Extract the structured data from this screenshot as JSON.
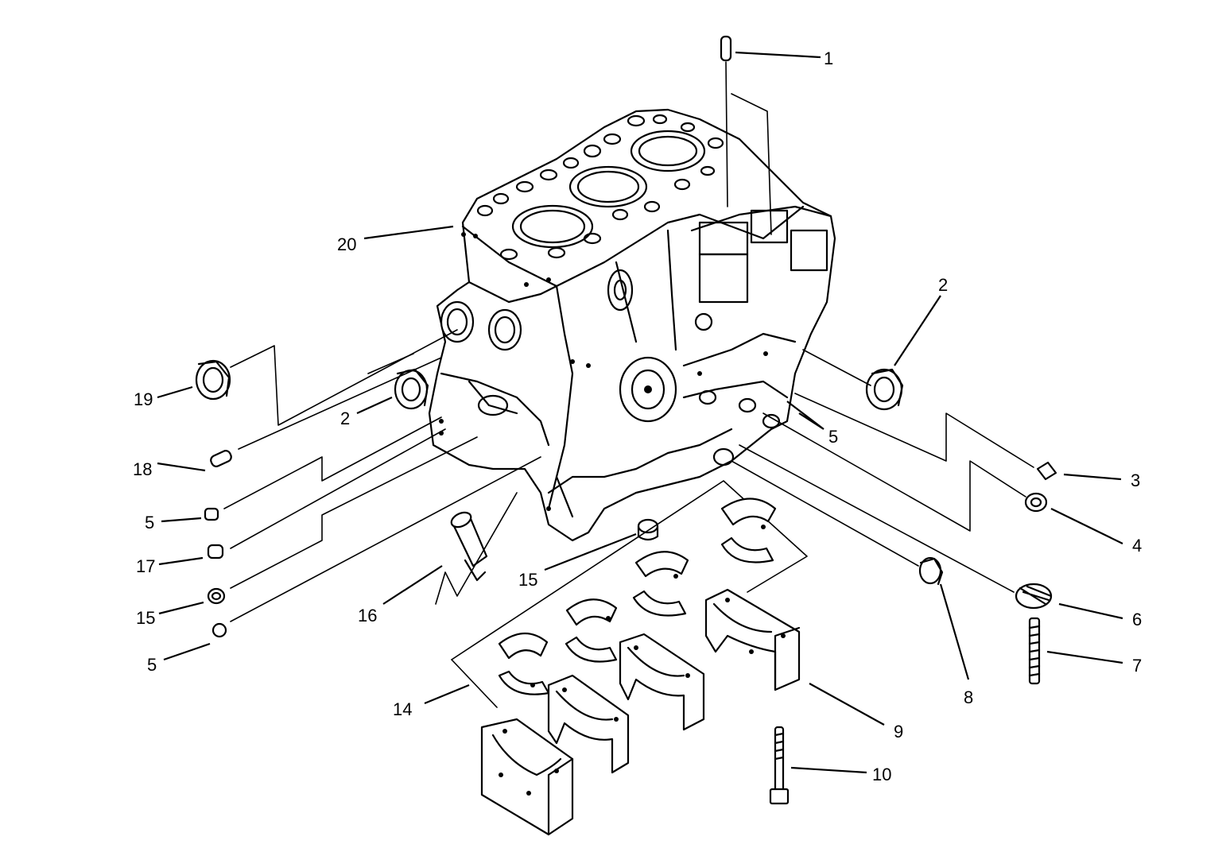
{
  "callouts": {
    "c1": "1",
    "c2_right": "2",
    "c2_left": "2",
    "c3": "3",
    "c4": "4",
    "c5_right": "5",
    "c5_left_top": "5",
    "c5_left_bottom": "5",
    "c6": "6",
    "c7": "7",
    "c8": "8",
    "c9": "9",
    "c10": "10",
    "c14": "14",
    "c15_center": "15",
    "c15_left": "15",
    "c16": "16",
    "c17": "17",
    "c18": "18",
    "c19": "19",
    "c20": "20"
  },
  "colors": {
    "line": "#000000",
    "background": "#ffffff"
  }
}
